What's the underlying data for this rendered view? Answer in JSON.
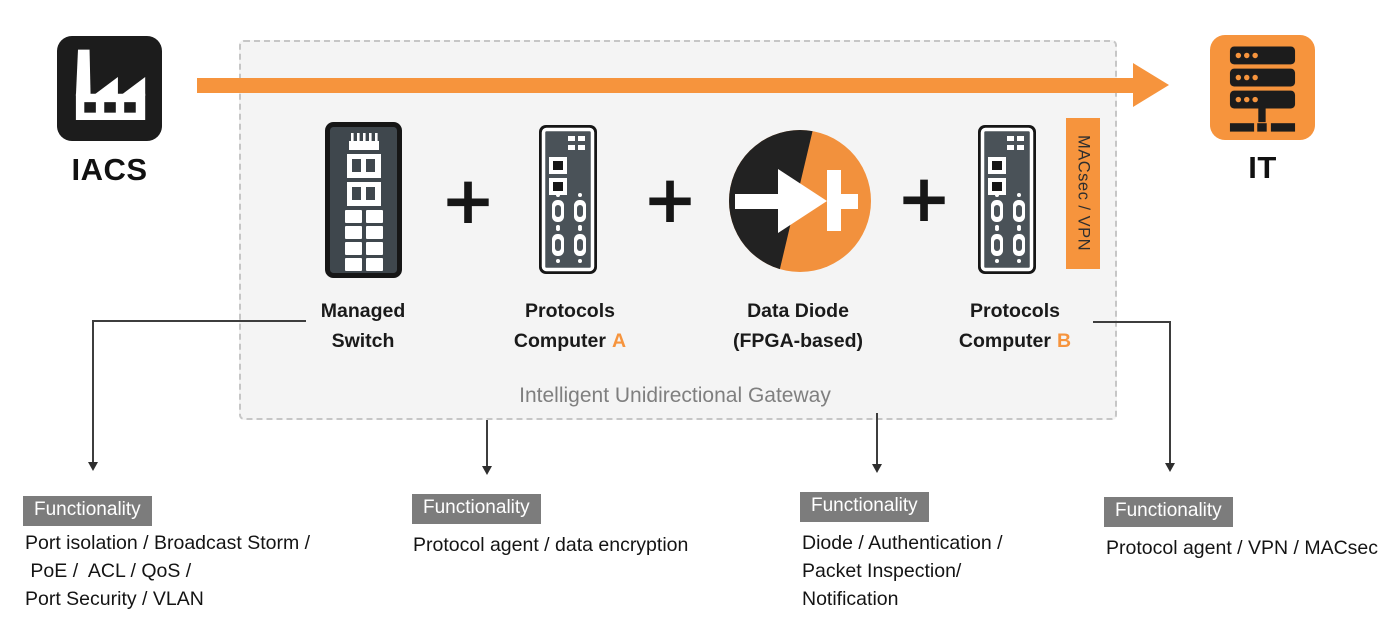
{
  "colors": {
    "accent_orange": "#F6943D",
    "icon_black": "#1C1C1C",
    "device_body": "#474F55",
    "gateway_fill": "#F4F4F4",
    "gateway_dash": "#C6C6C6",
    "functionality_bg": "#7C7C7C",
    "title_gray": "#7F7F7F"
  },
  "left_endpoint": {
    "label": "IACS"
  },
  "right_endpoint": {
    "label": "IT"
  },
  "gateway": {
    "title": "Intelligent Unidirectional Gateway",
    "plus_label": "+",
    "tag_label": "MACsec / VPN",
    "components": [
      {
        "name": "Managed Switch",
        "label_line1": "Managed",
        "label_line2": "Switch"
      },
      {
        "name": "Protocols Computer A",
        "label_line1": "Protocols",
        "label_line2": "Computer",
        "accent": "A"
      },
      {
        "name": "Data Diode (FPGA-based)",
        "label_line1": "Data Diode",
        "label_line2": "(FPGA-based)"
      },
      {
        "name": "Protocols Computer B",
        "label_line1": "Protocols",
        "label_line2": "Computer",
        "accent": "B"
      }
    ]
  },
  "functionality": [
    {
      "label": "Functionality",
      "lines": [
        "Port isolation / Broadcast Storm /",
        " PoE /  ACL / QoS /",
        "Port Security / VLAN"
      ]
    },
    {
      "label": "Functionality",
      "lines": [
        "Protocol agent / data encryption"
      ]
    },
    {
      "label": "Functionality",
      "lines": [
        "Diode / Authentication /",
        "Packet Inspection/",
        "Notification"
      ]
    },
    {
      "label": "Functionality",
      "lines": [
        "Protocol agent / VPN / MACsec"
      ]
    }
  ]
}
